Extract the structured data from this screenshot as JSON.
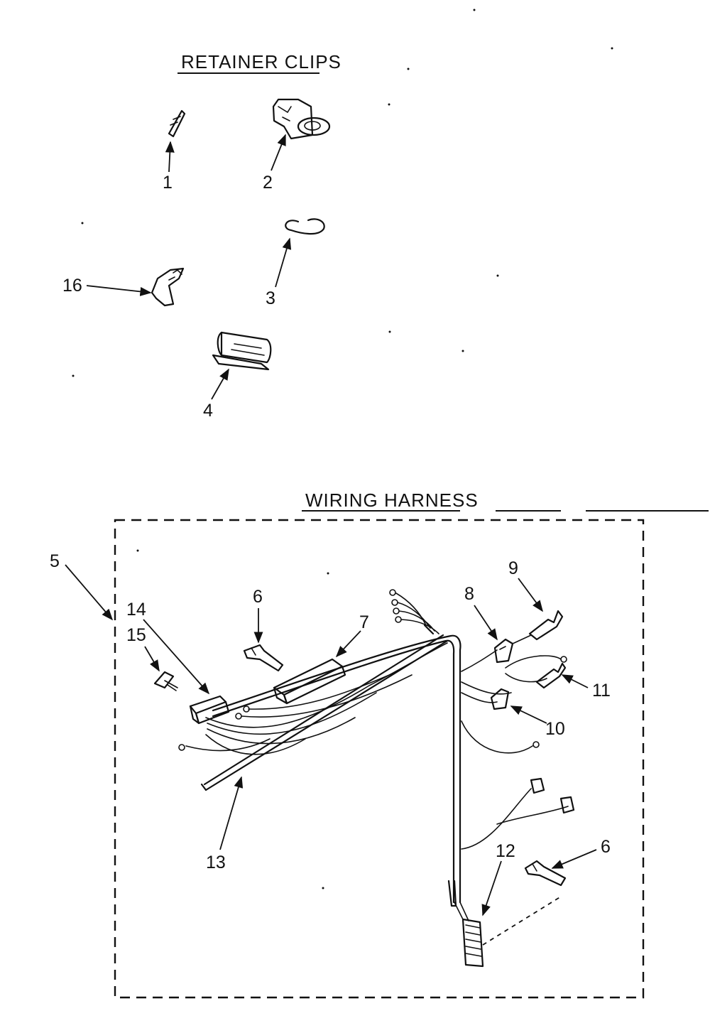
{
  "titles": {
    "retainer_clips": "RETAINER CLIPS",
    "wiring_harness": "WIRING HARNESS"
  },
  "callouts": {
    "c1": "1",
    "c2": "2",
    "c3": "3",
    "c4": "4",
    "c5": "5",
    "c6a": "6",
    "c6b": "6",
    "c7": "7",
    "c8": "8",
    "c9": "9",
    "c10": "10",
    "c11": "11",
    "c12": "12",
    "c13": "13",
    "c14": "14",
    "c15": "15",
    "c16": "16"
  }
}
